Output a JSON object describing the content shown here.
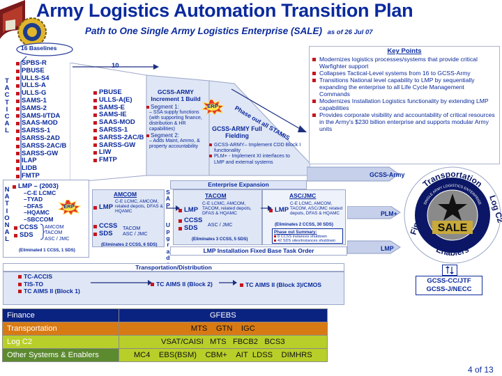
{
  "header": {
    "title": "Army Logistics Automation Transition Plan",
    "subtitle": "Path to One Single Army Logistics Enterprise (SALE)",
    "subtitle_date": "as of 26 Jul 07",
    "baselines_label": "16 Baselines"
  },
  "tactical": {
    "vertical_label": "TACTICAL",
    "systems": [
      "SPBS-R",
      "PBUSE",
      "ULLS-S4",
      "ULLS-A",
      "ULLS-G",
      "SAMS-1",
      "SAMS-2",
      "SAMS-I/TDA",
      "SAAS-MOD",
      "SARSS-1",
      "SARSS-2AD",
      "SARSS-2AC/B",
      "SARSS-GW",
      "ILAP",
      "LIDB",
      "FMTP"
    ]
  },
  "ten": {
    "count": "10",
    "systems": [
      "PBUSE",
      "ULLS-A(E)",
      "SAMS-E",
      "SAMS-IE",
      "SAAS-MOD",
      "SARSS-1",
      "SARSS-2AC/B",
      "SARSS-GW",
      "LIW",
      "FMTP"
    ]
  },
  "inc1": {
    "title": "GCSS-ARMY Increment 1 Build",
    "seg1": "Segment 1:",
    "seg1_detail": "– SSA supply functions (with supporting finance, distribution & HR capabilities)",
    "seg2": "Segment 2:",
    "seg2_detail": "– Adds Maint, Ammo, & property accountability"
  },
  "erp_label": "ERP",
  "fullfield": {
    "title": "GCSS-ARMY Full Fielding",
    "items": [
      "GCSS-ARMY– Implement CDD Block I functionality",
      "PLM+ - Implement XI interfaces to LMP and external systems"
    ]
  },
  "phase_out": "Phase out all STAMIS",
  "key_points": {
    "title": "Key Points",
    "items": [
      "Modernizes logistics processes/systems that provide critical Warfighter support",
      "Collapses Tactical-Level systems from 16 to GCSS-Army",
      "Transitions National level capability to LMP by sequentially expanding the enterprise to all Life Cycle Management Commands",
      "Modernizes Installation Logistics functionality by extending LMP capabilities",
      "Provides corporate visibility and accountability of critical resources in the Army's $230 billion enterprise and supports modular Army units"
    ]
  },
  "national": {
    "vertical_label": "NATIONAL",
    "lmp_2003": "LMP – (2003)",
    "sublist": [
      "–C-E LCMC",
      "–TYAD",
      "–DFAS",
      "–HQAMC",
      "–SBCCOM"
    ],
    "ccss": "CCSS",
    "sds": "SDS",
    "sites": [
      "AMCOM",
      "TACOM",
      "ASC / JMC"
    ],
    "eliminated": "(Eliminated 1 CCSS, 1 SDS)"
  },
  "sap_upgrade": "SAP Upgrade",
  "enterprise_expansion": "Enterprise Expansion",
  "amcom": {
    "title": "AMCOM",
    "lmp": "LMP",
    "lmp_detail": "C-E LCMC, AMCOM, related depots, DFAS & HQAMC",
    "ccss": "CCSS",
    "sds": "SDS",
    "sites": [
      "TACOM",
      "ASC / JMC"
    ],
    "eliminated": "(Eliminates 2 CCSS, 6 SDS)"
  },
  "tacom": {
    "title": "TACOM",
    "lmp": "LMP",
    "lmp_detail": "C-E LCMC, AMCOM, TACOM, related depots, DFAS & HQAMC",
    "ccss": "CCSS",
    "sds": "SDS",
    "site": "ASC / JMC",
    "eliminated": "(Eliminates 3 CCSS, 5 SDS)"
  },
  "ascjmc": {
    "title": "ASC/JMC",
    "lmp": "LMP",
    "lmp_detail": "C-E LCMC, AMCOM, TACOM, ASC/JMC related depots, DFAS & HQAMC",
    "eliminated": "(Eliminates 2 CCSS, 30 SDS)",
    "phaseout_title": "Phase out Summary:",
    "phaseout_items": [
      "8 CCSS instances shutdown",
      "42 SDS sites/instances shutdown"
    ]
  },
  "lmp_bar": "LMP Installation Fixed Base Task Order",
  "transport": {
    "title": "Transportation/Distribution",
    "items": [
      "TC-ACCIS",
      "TIS-TO",
      "TC AIMS II (Block 1)"
    ],
    "block2": "TC AIMS II (Block 2)",
    "block3": "TC AIMS II (Block 3)/CMOS"
  },
  "right": {
    "gcss_army": "GCSS-Army",
    "plm": "PLM+",
    "lmp": "LMP",
    "ring_top": "Transportation",
    "ring_right": "Log C2",
    "ring_left": "Finance",
    "ring_bottom": "Enablers",
    "ring_inner": "SINGLE ARMY LOGISTICS ENTERPRISE",
    "center": "SALE",
    "cc_box": "GCSS-CC/JTF\nGCSS-J/NECC",
    "cc_line1": "GCSS-CC/JTF",
    "cc_line2": "GCSS-J/NECC"
  },
  "table": [
    {
      "label": "Finance",
      "value": "GFEBS",
      "label_bg": "#0a2280",
      "value_bg": "#0a2280"
    },
    {
      "label": "Transportation",
      "value": "MTS    GTN    IGC",
      "label_bg": "#d87a14",
      "value_bg": "#d87a14"
    },
    {
      "label": "Log C2",
      "value": "VSAT/CAISI   MTS   FBCB2   BCS3",
      "label_bg": "#b8cf2a",
      "value_bg": "#b8cf2a"
    },
    {
      "label": "Other Systems & Enablers",
      "value": "MC4    EBS(BSM)    CBM+    AIT  LDSS    DIMHRS",
      "label_bg": "#5c8a2f",
      "value_bg": "#b8cf2a"
    }
  ],
  "page_number": "4 of 13",
  "colors": {
    "navy": "#0a2a9c",
    "red": "#c4161c",
    "panel": "#dfe6f5"
  }
}
